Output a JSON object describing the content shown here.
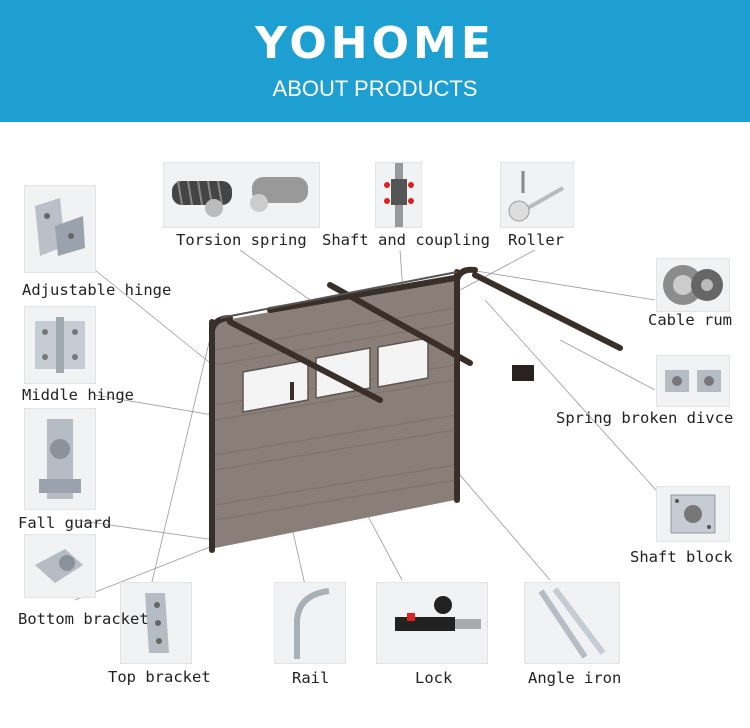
{
  "header": {
    "brand": "YOHOME",
    "subtitle": "ABOUT PRODUCTS",
    "background_color": "#1e9fd2"
  },
  "parts": [
    {
      "id": "torsion-spring",
      "label": "Torsion spring"
    },
    {
      "id": "shaft-and-coupling",
      "label": "Shaft and coupling"
    },
    {
      "id": "roller",
      "label": "Roller"
    },
    {
      "id": "adjustable-hinge",
      "label": "Adjustable hinge"
    },
    {
      "id": "cable-rum",
      "label": "Cable rum"
    },
    {
      "id": "middle-hinge",
      "label": "Middle hinge"
    },
    {
      "id": "spring-broken-divce",
      "label": "Spring broken divce"
    },
    {
      "id": "fall-guard",
      "label": "Fall guard"
    },
    {
      "id": "shaft-block",
      "label": "Shaft block"
    },
    {
      "id": "bottom-bracket",
      "label": "Bottom bracket"
    },
    {
      "id": "top-bracket",
      "label": "Top bracket"
    },
    {
      "id": "rail",
      "label": "Rail"
    },
    {
      "id": "lock",
      "label": "Lock"
    },
    {
      "id": "angle-iron",
      "label": "Angle iron"
    }
  ]
}
